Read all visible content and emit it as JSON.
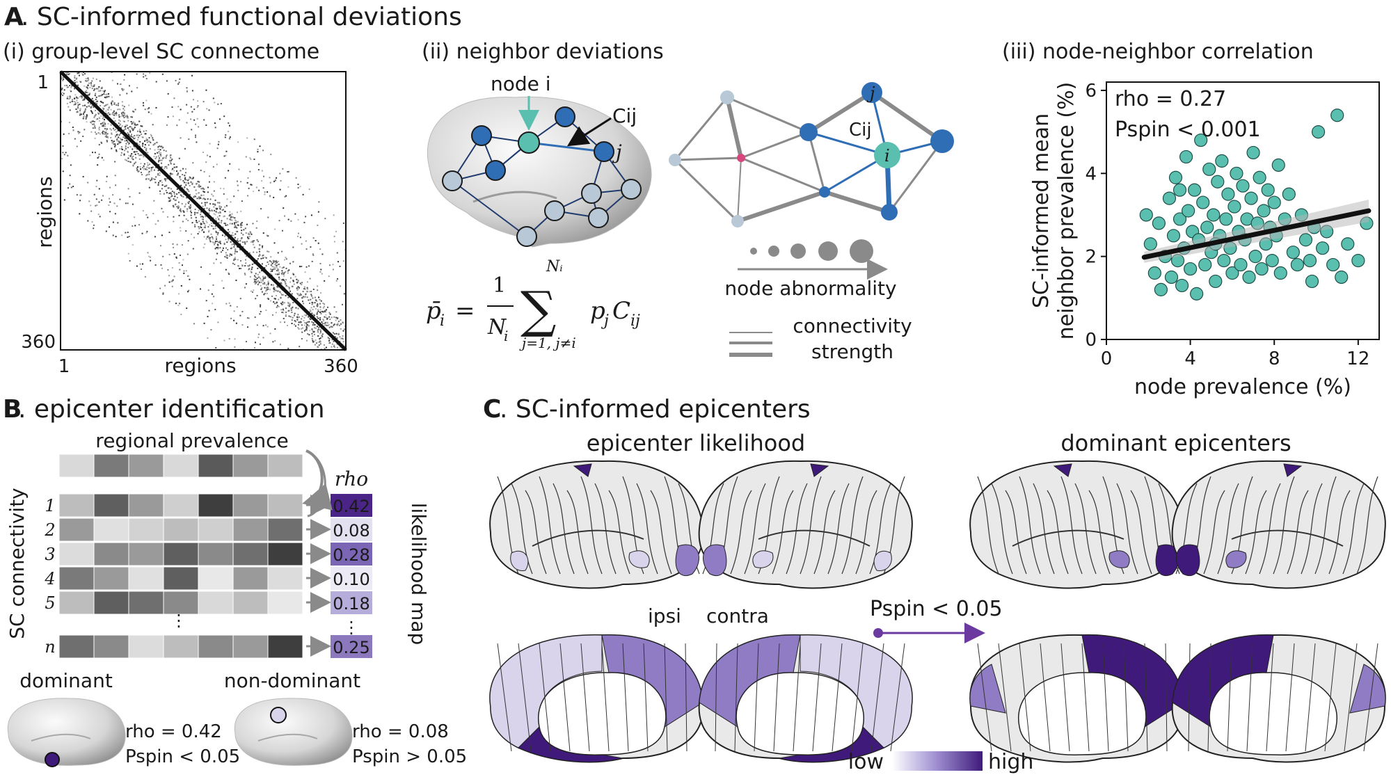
{
  "panelA": {
    "letter": "A",
    "title": ". SC-informed functional deviations",
    "sub1": "(i) group-level SC connectome",
    "sub2": "(ii) neighbor deviations",
    "sub3": "(iii) node-neighbor correlation",
    "matrix_tick_top": "1",
    "matrix_tick_bottom": "360",
    "matrix_xtick_left": "1",
    "matrix_xtick_right": "360",
    "matrix_xlabel": "regions",
    "matrix_ylabel": "regions",
    "brain_node_label": "node i",
    "brain_cij_label": "Cij",
    "brain_j_label": "j",
    "graph_j_label": "j",
    "graph_cij_label": "Cij",
    "graph_i_label": "i",
    "formula": "p̄ᵢ = (1/Nᵢ) Σ(j=1, j≠i → Nᵢ) pⱼ Cᵢⱼ",
    "legend_node": "node abnormality",
    "legend_conn_line1": "connectivity",
    "legend_conn_line2": "strength"
  },
  "panelB": {
    "letter": "B",
    "title": ". epicenter identification",
    "prevalence_label": "regional prevalence",
    "rho_header": "rho",
    "ylabel": "SC connectivity",
    "map_label": "likelihood map",
    "row_labels": [
      "1",
      "2",
      "3",
      "4",
      "5",
      "n"
    ],
    "rho_values": [
      "0.42",
      "0.08",
      "0.28",
      "0.10",
      "0.18",
      "0.25"
    ],
    "rho_colors": [
      "#4b2488",
      "#e3e0ef",
      "#7b66b5",
      "#eceaf4",
      "#b7addb",
      "#8b78bd"
    ],
    "ellipsis": "⋮",
    "dominant_label": "dominant",
    "nondominant_label": "non-dominant",
    "dom_rho": "rho = 0.42",
    "dom_p": "Pspin < 0.05",
    "nondom_rho": "rho = 0.08",
    "nondom_p": "Pspin > 0.05"
  },
  "panelC": {
    "letter": "C",
    "title": ". SC-informed epicenters",
    "left_title": "epicenter likelihood",
    "right_title": "dominant epicenters",
    "ipsi": "ipsi",
    "contra": "contra",
    "p_label": "Pspin < 0.05",
    "colorbar_low": "low",
    "colorbar_high": "high",
    "colors": {
      "dark": "#3f1a7a",
      "mid": "#8f7cc4",
      "light": "#d9d3ec"
    }
  },
  "chart_data": {
    "type": "scatter",
    "xlabel": "node prevalence (%)",
    "ylabel_line1": "SC-informed mean",
    "ylabel_line2": "neighbor prevalence (%)",
    "xlim": [
      0,
      13
    ],
    "ylim": [
      0,
      6.2
    ],
    "xticks": [
      0,
      4,
      8,
      12
    ],
    "yticks": [
      0,
      2,
      4,
      6
    ],
    "annotation_rho": "rho = 0.27",
    "annotation_p": "Pspin < 0.001",
    "point_color": "#5bbfb0",
    "fit": {
      "x": [
        1.8,
        12.5
      ],
      "y": [
        1.98,
        3.1
      ]
    },
    "points": [
      [
        1.9,
        3.0
      ],
      [
        2.1,
        2.3
      ],
      [
        2.3,
        1.6
      ],
      [
        2.5,
        2.8
      ],
      [
        2.6,
        1.2
      ],
      [
        2.8,
        2.0
      ],
      [
        3.0,
        3.4
      ],
      [
        3.1,
        1.5
      ],
      [
        3.2,
        2.5
      ],
      [
        3.3,
        3.9
      ],
      [
        3.4,
        1.9
      ],
      [
        3.5,
        2.9
      ],
      [
        3.6,
        1.3
      ],
      [
        3.7,
        2.2
      ],
      [
        3.8,
        4.4
      ],
      [
        3.9,
        3.1
      ],
      [
        4.0,
        1.7
      ],
      [
        4.1,
        2.6
      ],
      [
        4.2,
        3.6
      ],
      [
        4.3,
        1.1
      ],
      [
        4.4,
        2.4
      ],
      [
        4.5,
        4.8
      ],
      [
        4.6,
        3.3
      ],
      [
        4.7,
        1.8
      ],
      [
        4.8,
        2.7
      ],
      [
        4.9,
        4.1
      ],
      [
        5.0,
        2.1
      ],
      [
        5.1,
        3.0
      ],
      [
        5.2,
        1.4
      ],
      [
        5.3,
        3.8
      ],
      [
        5.4,
        2.5
      ],
      [
        5.5,
        4.3
      ],
      [
        5.6,
        1.9
      ],
      [
        5.7,
        2.9
      ],
      [
        5.8,
        3.5
      ],
      [
        5.9,
        2.2
      ],
      [
        6.0,
        1.6
      ],
      [
        6.1,
        3.2
      ],
      [
        6.2,
        4.0
      ],
      [
        6.3,
        2.6
      ],
      [
        6.4,
        1.8
      ],
      [
        6.5,
        3.7
      ],
      [
        6.6,
        2.4
      ],
      [
        6.7,
        2.9
      ],
      [
        6.8,
        1.5
      ],
      [
        6.9,
        3.4
      ],
      [
        7.0,
        4.5
      ],
      [
        7.1,
        2.0
      ],
      [
        7.2,
        2.8
      ],
      [
        7.3,
        3.9
      ],
      [
        7.4,
        1.7
      ],
      [
        7.5,
        3.1
      ],
      [
        7.6,
        2.3
      ],
      [
        7.7,
        3.6
      ],
      [
        7.8,
        2.7
      ],
      [
        7.9,
        1.9
      ],
      [
        8.0,
        3.3
      ],
      [
        8.1,
        2.5
      ],
      [
        8.2,
        4.2
      ],
      [
        8.3,
        1.6
      ],
      [
        8.5,
        2.9
      ],
      [
        8.7,
        3.5
      ],
      [
        8.9,
        2.1
      ],
      [
        9.1,
        1.8
      ],
      [
        9.3,
        3.0
      ],
      [
        9.5,
        2.4
      ],
      [
        9.7,
        1.9
      ],
      [
        9.9,
        2.7
      ],
      [
        10.1,
        5.0
      ],
      [
        10.3,
        2.2
      ],
      [
        10.5,
        2.6
      ],
      [
        10.8,
        1.8
      ],
      [
        11.0,
        5.4
      ],
      [
        11.2,
        1.5
      ],
      [
        11.5,
        2.3
      ],
      [
        12.4,
        2.8
      ],
      [
        12.0,
        1.9
      ],
      [
        9.8,
        1.4
      ],
      [
        3.5,
        3.6
      ],
      [
        5.2,
        2.3
      ]
    ]
  }
}
